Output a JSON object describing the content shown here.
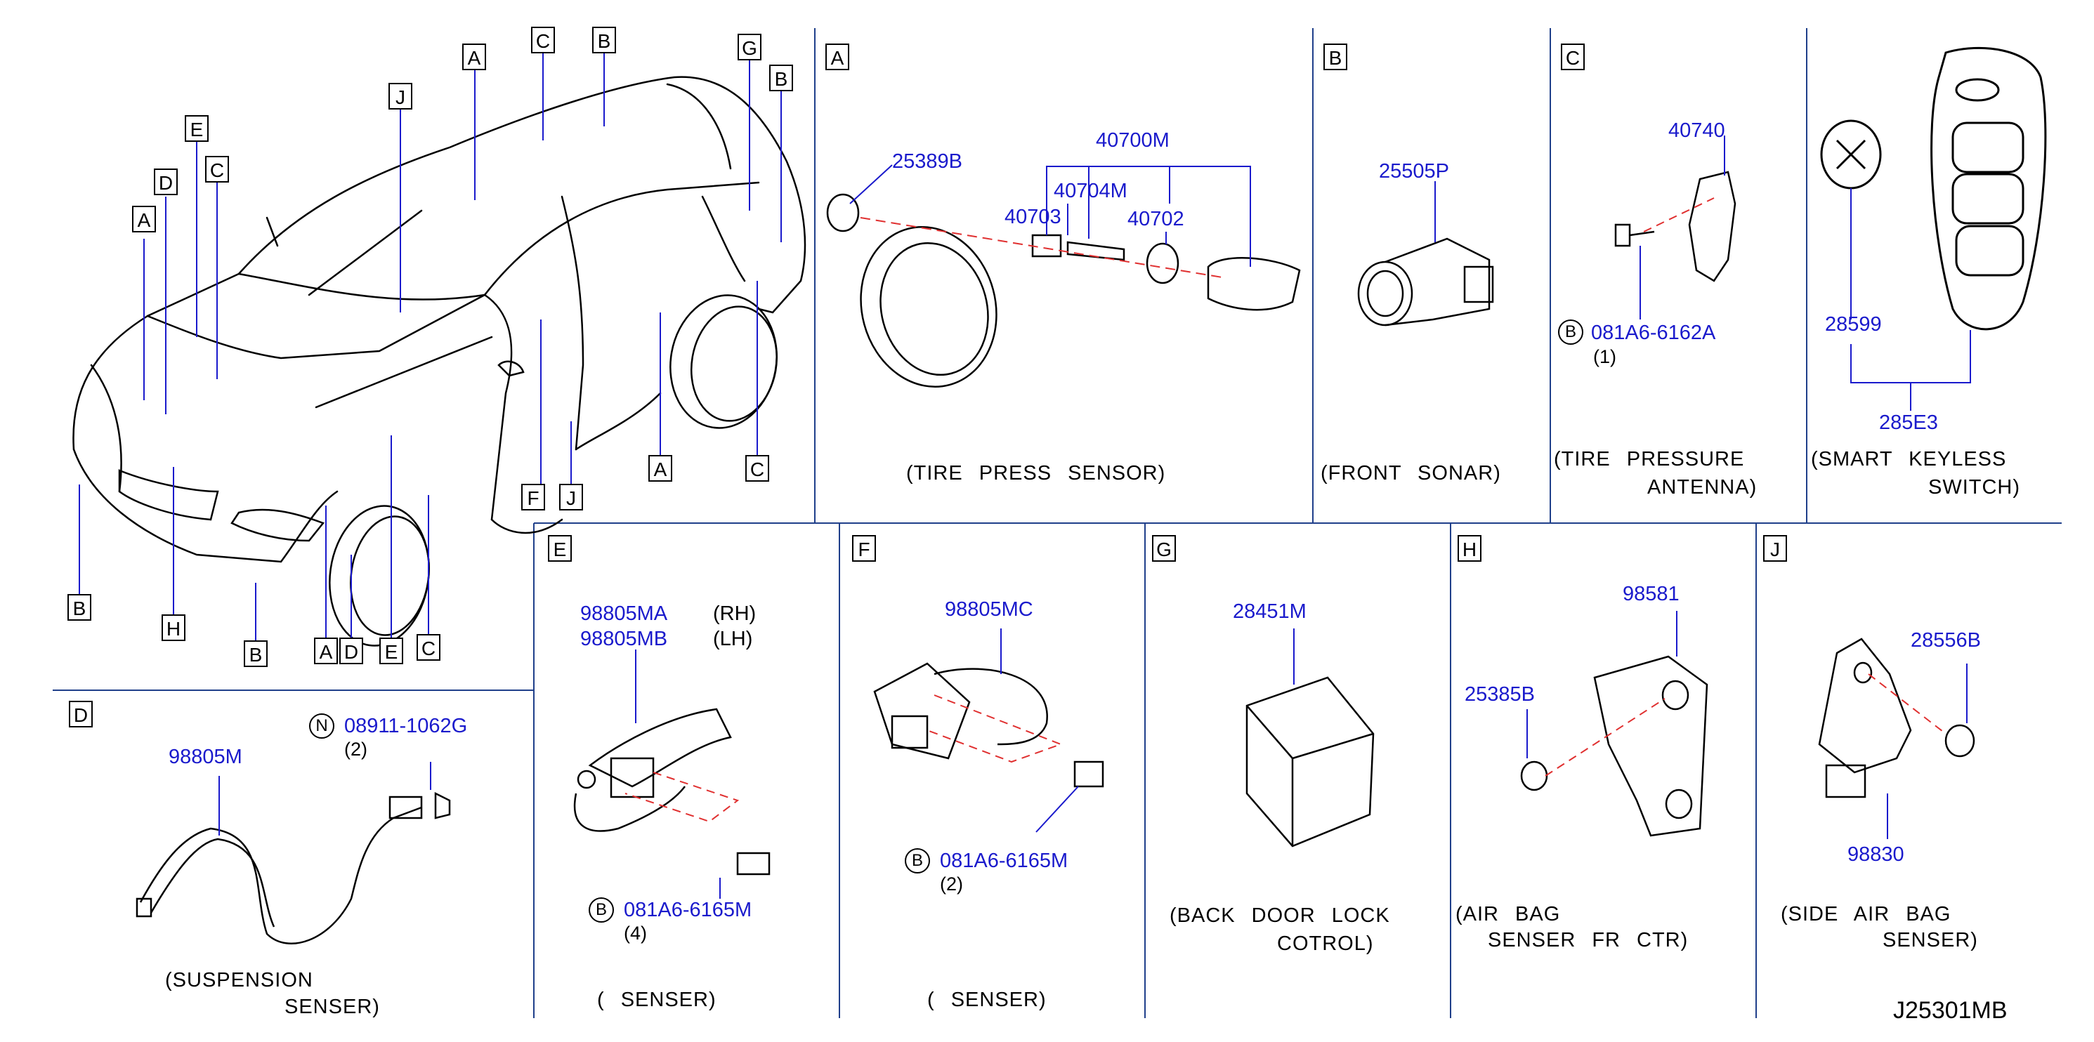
{
  "diagram_code": "J25301MB",
  "car_callouts": {
    "a1": "A",
    "c1": "C",
    "b1": "B",
    "g1": "G",
    "b2": "B",
    "j1": "J",
    "e1": "E",
    "c2": "C",
    "d1": "D",
    "a2": "A",
    "b3": "B",
    "h1": "H",
    "b4": "B",
    "a3": "A",
    "d2": "D",
    "e2": "E",
    "c3": "C",
    "f1": "F",
    "j2": "J",
    "a4": "A",
    "c4": "C"
  },
  "panels": {
    "A": {
      "tag": "A",
      "parts": [
        "25389B",
        "40700M",
        "40704M",
        "40703",
        "40702"
      ],
      "caption": "(TIRE PRESS SENSOR)"
    },
    "B": {
      "tag": "B",
      "parts": [
        "25505P"
      ],
      "caption": "(FRONT SONAR)"
    },
    "C": {
      "tag": "C",
      "parts": [
        "40740"
      ],
      "fastener_mark": "B",
      "fastener": "081A6-6162A",
      "fastener_qty": "(1)",
      "caption_l1": "(TIRE PRESSURE",
      "caption_l2": "ANTENNA)"
    },
    "K": {
      "parts": [
        "28599",
        "285E3"
      ],
      "caption_l1": "(SMART KEYLESS",
      "caption_l2": "SWITCH)"
    },
    "D": {
      "tag": "D",
      "parts": [
        "98805M"
      ],
      "fastener_mark": "N",
      "fastener": "08911-1062G",
      "fastener_qty": "(2)",
      "caption_l1": "(SUSPENSION",
      "caption_l2": "SENSER)"
    },
    "E": {
      "tag": "E",
      "part_rh": "98805MA",
      "rh": "(RH)",
      "part_lh": "98805MB",
      "lh": "(LH)",
      "fastener_mark": "B",
      "fastener": "081A6-6165M",
      "fastener_qty": "(4)",
      "caption": "( SENSER)"
    },
    "F": {
      "tag": "F",
      "parts": [
        "98805MC"
      ],
      "fastener_mark": "B",
      "fastener": "081A6-6165M",
      "fastener_qty": "(2)",
      "caption": "( SENSER)"
    },
    "G": {
      "tag": "G",
      "parts": [
        "28451M"
      ],
      "caption_l1": "(BACK DOOR LOCK",
      "caption_l2": "COTROL)"
    },
    "H": {
      "tag": "H",
      "parts": [
        "98581",
        "25385B"
      ],
      "caption_l1": "(AIR BAG",
      "caption_l2": "SENSER FR CTR)"
    },
    "J": {
      "tag": "J",
      "parts": [
        "28556B",
        "98830"
      ],
      "caption_l1": "(SIDE AIR BAG",
      "caption_l2": "SENSER)"
    }
  },
  "colors": {
    "part_number": "#1a1acc",
    "leader": "#1a1acc",
    "dash": "#e03030",
    "divider": "#1f3f8a"
  }
}
